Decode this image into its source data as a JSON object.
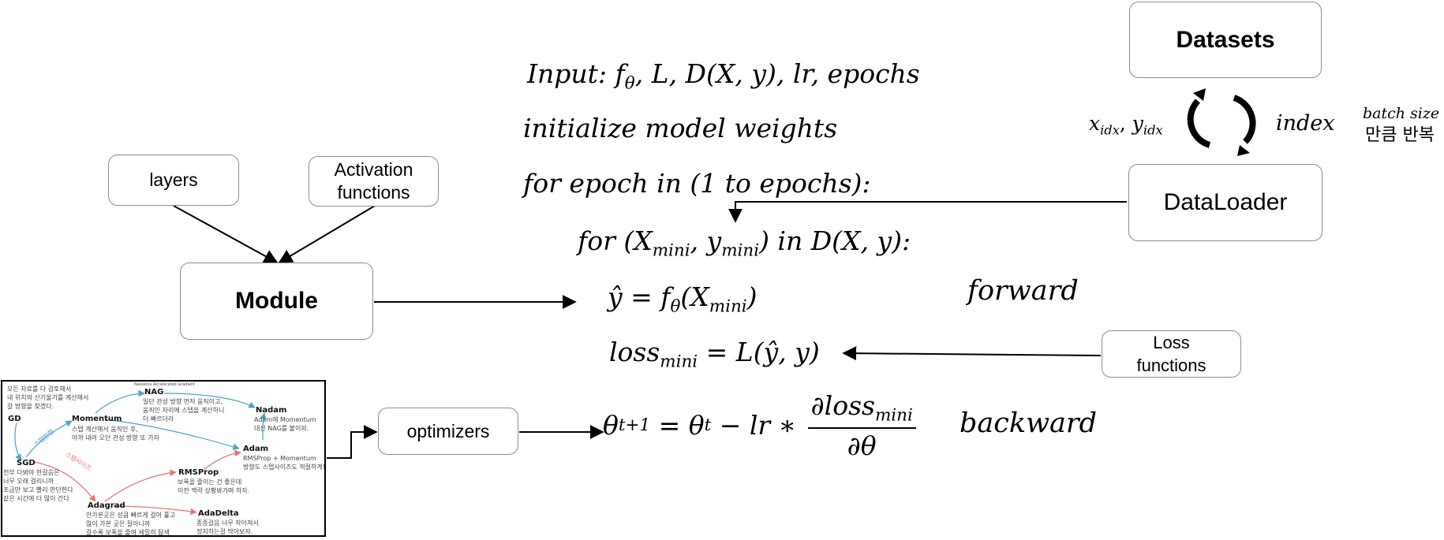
{
  "boxes": {
    "datasets": "Datasets",
    "dataloader": "DataLoader",
    "layers": "layers",
    "activation": "Activation functions",
    "module": "Module",
    "loss_functions": "Loss functions",
    "optimizers": "optimizers"
  },
  "cycle": {
    "left_label_x": "x",
    "left_label_x_sub": "idx",
    "left_label_sep": ", ",
    "left_label_y": "y",
    "left_label_y_sub": "idx",
    "right_label": "index",
    "batch_size": "batch size",
    "repeat_kr": "만큼 반복"
  },
  "algorithm": {
    "input_label": "Input: ",
    "input_f": "f",
    "input_theta": "θ",
    "input_rest": ", L, D(X, y), lr, epochs",
    "init": "initialize model weights",
    "loop_outer": "for epoch in (1 to epochs):",
    "inner_for": "for (X",
    "inner_mini1": "mini",
    "inner_comma": ", y",
    "inner_mini2": "mini",
    "inner_rest": ") in D(X, y):",
    "forward_lhs": "ŷ = f",
    "forward_theta": "θ",
    "forward_open": "(X",
    "forward_mini": "mini",
    "forward_close": ")",
    "forward_label": "forward",
    "loss_lhs": "loss",
    "loss_mini": "mini",
    "loss_rhs": " = L(ŷ, y)",
    "update_theta": "θ",
    "update_sup1": "t+1",
    "update_eq": " = θ",
    "update_sup2": "t",
    "update_rest": " − lr ∗ ",
    "grad_num": "∂loss",
    "grad_num_sub": "mini",
    "grad_den": "∂θ",
    "backward_label": "backward"
  },
  "thumbnail": {
    "gd": "GD",
    "gd_desc": [
      "모든 자료를 다 검토해서",
      "내 위치의 산기울기를 계산해서",
      "갈 방향을 찾겠다."
    ],
    "sgd": "SGD",
    "sgd_desc": [
      "전부 다봐야 한걸음은",
      "너무 오래 걸리니까",
      "조금만 보고 빨리 판단한다",
      "같은 시간에 더 많이 간다"
    ],
    "momentum": "Momentum",
    "momentum_desc": [
      "스텝 계산해서 움직인 후,",
      "아까 내려 오던 관성 방향 또 가자"
    ],
    "nag": "NAG",
    "nag_caption": "Nesterov Accelerated Gradient",
    "nag_desc": [
      "일단 관성 방향 먼저 움직이고,",
      "움직인 자리에 스텝을 계산하니",
      "더 빠르더라"
    ],
    "nadam": "Nadam",
    "nadam_desc": [
      "Adam에 Momentum",
      "대신 NAG를 붙이자."
    ],
    "adam": "Adam",
    "adam_desc": [
      "RMSProp + Momentum",
      "방향도 스텝사이즈도 적절하게!"
    ],
    "rmsprop": "RMSProp",
    "rmsprop_desc": [
      "보폭을 줄이는 건 좋은데",
      "이전 맥락 상황봐가며 하자."
    ],
    "adagrad": "Adagrad",
    "adagrad_desc": [
      "안가본곳은 성큼 빠르게 걸어 훑고",
      "많이 가본 곳은 잘아니까",
      "갈수록 보폭을 줄여 세밀히 탐색"
    ],
    "adadelta": "AdaDelta",
    "adadelta_desc": [
      "종종걸음 너무 작아져서",
      "정지하는걸 막아보자."
    ],
    "tag_direction": "스텝방향",
    "tag_stepsize": "스텝사이즈"
  },
  "colors": {
    "box_border": "#8c8c8c",
    "arrow": "#000000",
    "thumb_blue": "#4aa3c4",
    "thumb_red": "#e8736e"
  }
}
